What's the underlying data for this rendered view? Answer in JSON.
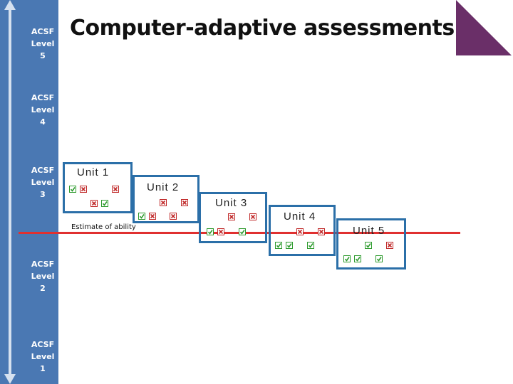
{
  "slide": {
    "title": "Computer-adaptive assessments",
    "ability_label": "Estimate of ability"
  },
  "levels": [
    {
      "label": "ACSF\nLevel\n5"
    },
    {
      "label": "ACSF\nLevel\n4"
    },
    {
      "label": "ACSF\nLevel\n3"
    },
    {
      "label": "ACSF\nLevel\n2"
    },
    {
      "label": "ACSF\nLevel\n1"
    }
  ],
  "units": [
    {
      "label": "Unit 1",
      "marks": [
        "correct",
        "incorrect",
        "incorrect",
        "incorrect",
        "correct"
      ]
    },
    {
      "label": "Unit 2",
      "marks": [
        "incorrect",
        "incorrect",
        "correct",
        "incorrect",
        "incorrect"
      ]
    },
    {
      "label": "Unit 3",
      "marks": [
        "incorrect",
        "incorrect",
        "correct",
        "incorrect",
        "correct"
      ]
    },
    {
      "label": "Unit 4",
      "marks": [
        "incorrect",
        "incorrect",
        "correct",
        "correct",
        "correct"
      ]
    },
    {
      "label": "Unit 5",
      "marks": [
        "correct",
        "incorrect",
        "correct",
        "correct",
        "correct"
      ]
    }
  ],
  "colors": {
    "sidebar": "#4a78b3",
    "unit_border": "#2b6fa8",
    "ability_line": "#e03030",
    "corner": "#6a2f68",
    "correct": "#2e9b2e",
    "incorrect": "#c02828"
  },
  "icons": {
    "correct": "checkbox-tick-icon",
    "incorrect": "checkbox-cross-icon"
  }
}
